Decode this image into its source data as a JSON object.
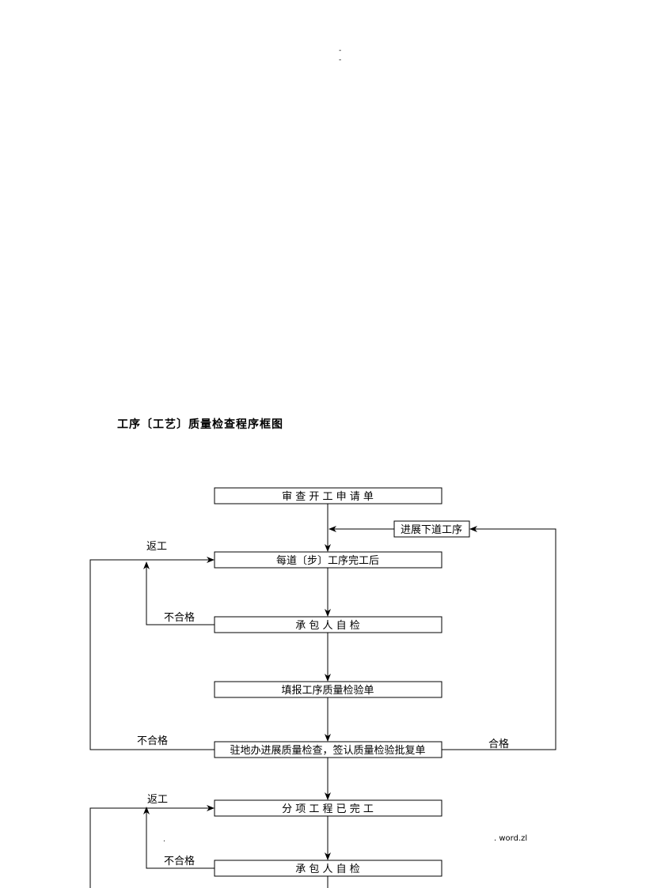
{
  "header": {
    "mark1": "-",
    "mark2": "-"
  },
  "title": "工序〔工艺〕质量检查程序框图",
  "boxes": {
    "review": "审 查 开 工 申 请 单",
    "next_process": "进展下道工序",
    "after_each": "每道〔步〕工序完工后",
    "self_check_1": "承 包 人 自 检",
    "fill_form": "填报工序质量检验单",
    "resident_check": "驻地办进展质量检查，签认质量检验批复单",
    "subitem_done": "分 项 工 程 已 完 工",
    "self_check_2": "承 包 人 自 检"
  },
  "labels": {
    "rework_1": "返工",
    "fail_1": "不合格",
    "fail_2": "不合格",
    "pass": "合格",
    "rework_2": "返工",
    "fail_3": "不合格"
  },
  "footer": {
    "dot": ".",
    "source": ". word.zl"
  }
}
